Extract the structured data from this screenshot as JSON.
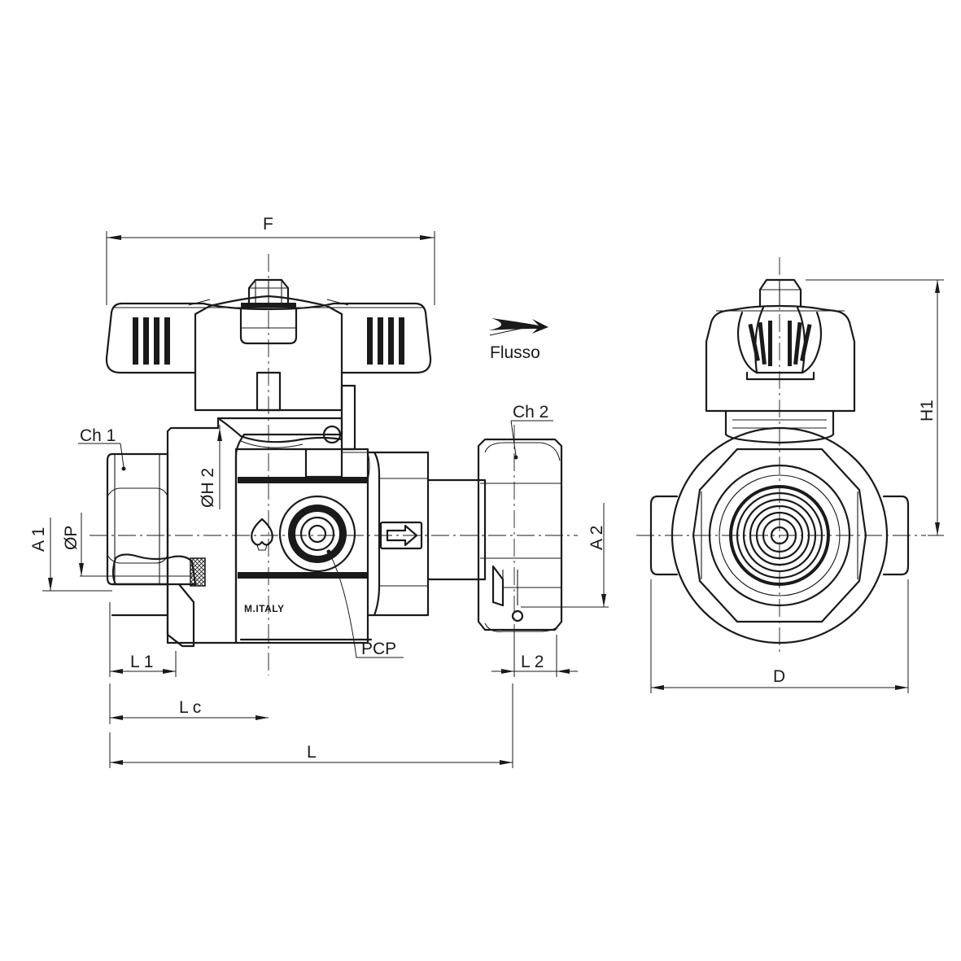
{
  "labels": {
    "F": "F",
    "flow": "Flusso",
    "ch1": "Ch 1",
    "ch2": "Ch 2",
    "h2": "ØH 2",
    "a1": "A 1",
    "p": "ØP",
    "a2": "A 2",
    "pcp": "PCP",
    "l1": "L 1",
    "l2": "L 2",
    "lc": "L c",
    "l": "L",
    "h1": "H1",
    "d": "D",
    "marking": "M.ITALY"
  },
  "icons": [
    "flow-arrow-icon",
    "direction-arrow-icon",
    "drop-icon"
  ]
}
